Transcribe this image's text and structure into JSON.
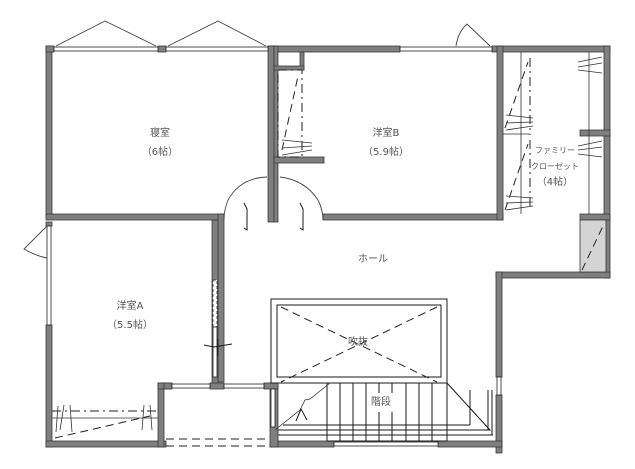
{
  "plan": {
    "rooms": [
      {
        "id": "bedroom",
        "name": "寝室",
        "size": "（6帖）"
      },
      {
        "id": "western-room-b",
        "name": "洋室B",
        "size": "（5.9帖）"
      },
      {
        "id": "family-closet",
        "name_line1": "ファミリー",
        "name_line2": "クローゼット",
        "size": "（4帖）"
      },
      {
        "id": "hall",
        "name": "ホール"
      },
      {
        "id": "western-room-a",
        "name": "洋室A",
        "size": "（5.5帖）"
      },
      {
        "id": "void",
        "name": "吹抜"
      },
      {
        "id": "stairs",
        "name": "階段"
      }
    ],
    "colors": {
      "wall": "#7f7f7f",
      "storage_fill": "#d4d4d4",
      "label": "#555555",
      "line": "#1a1a1a"
    }
  }
}
